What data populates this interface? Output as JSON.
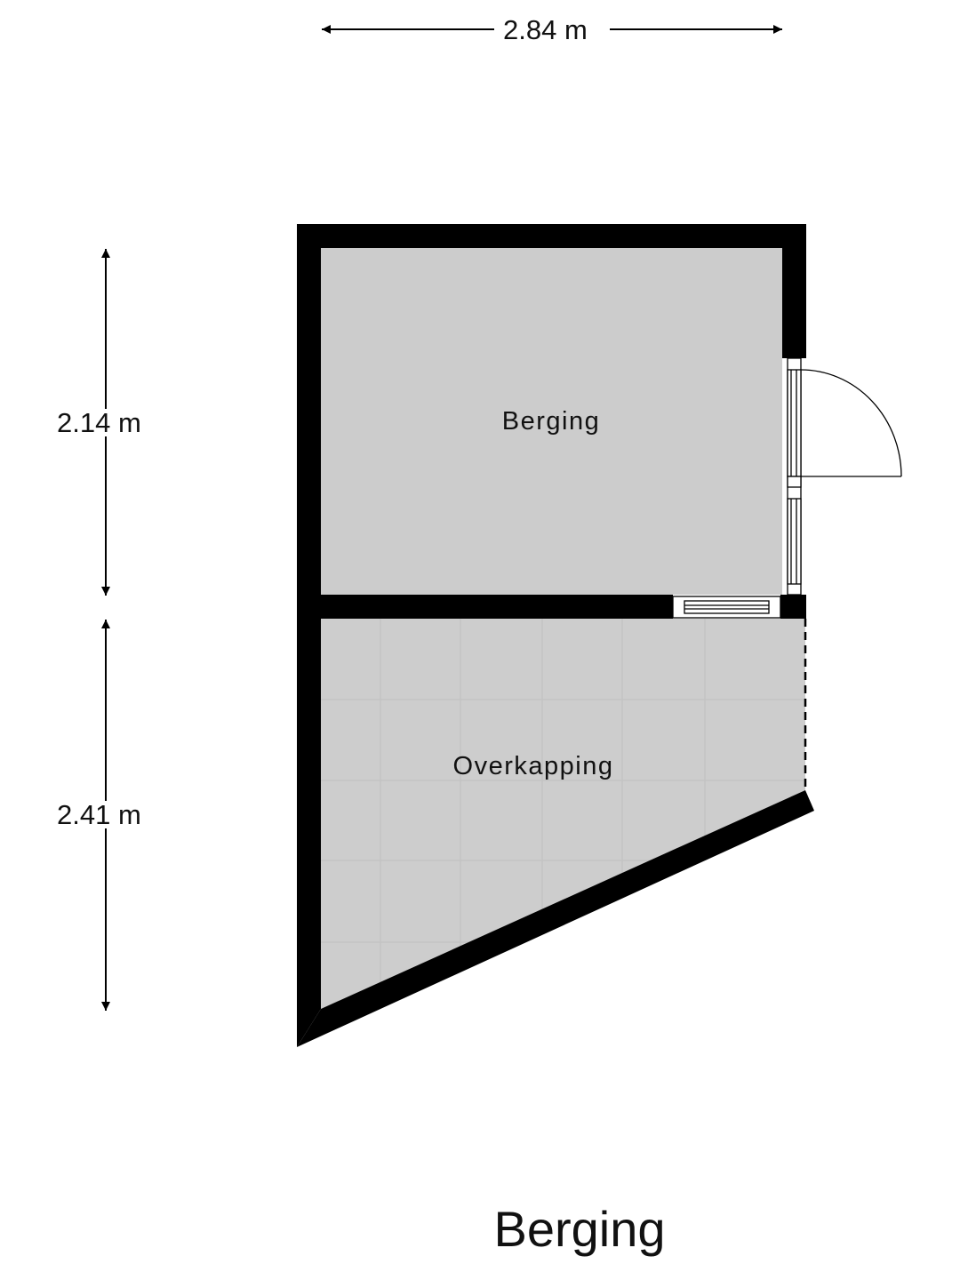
{
  "title": "Berging",
  "dimensions": {
    "width_top": "2.84 m",
    "height_berging": "2.14 m",
    "height_overkapping": "2.41 m"
  },
  "rooms": [
    {
      "name": "Berging",
      "fill": "#cccccc"
    },
    {
      "name": "Overkapping",
      "fill": "#cdcdcd",
      "pattern": "tiles"
    }
  ],
  "colors": {
    "wall": "#000000",
    "background": "#ffffff",
    "tile_line": "#c4c4c4"
  }
}
